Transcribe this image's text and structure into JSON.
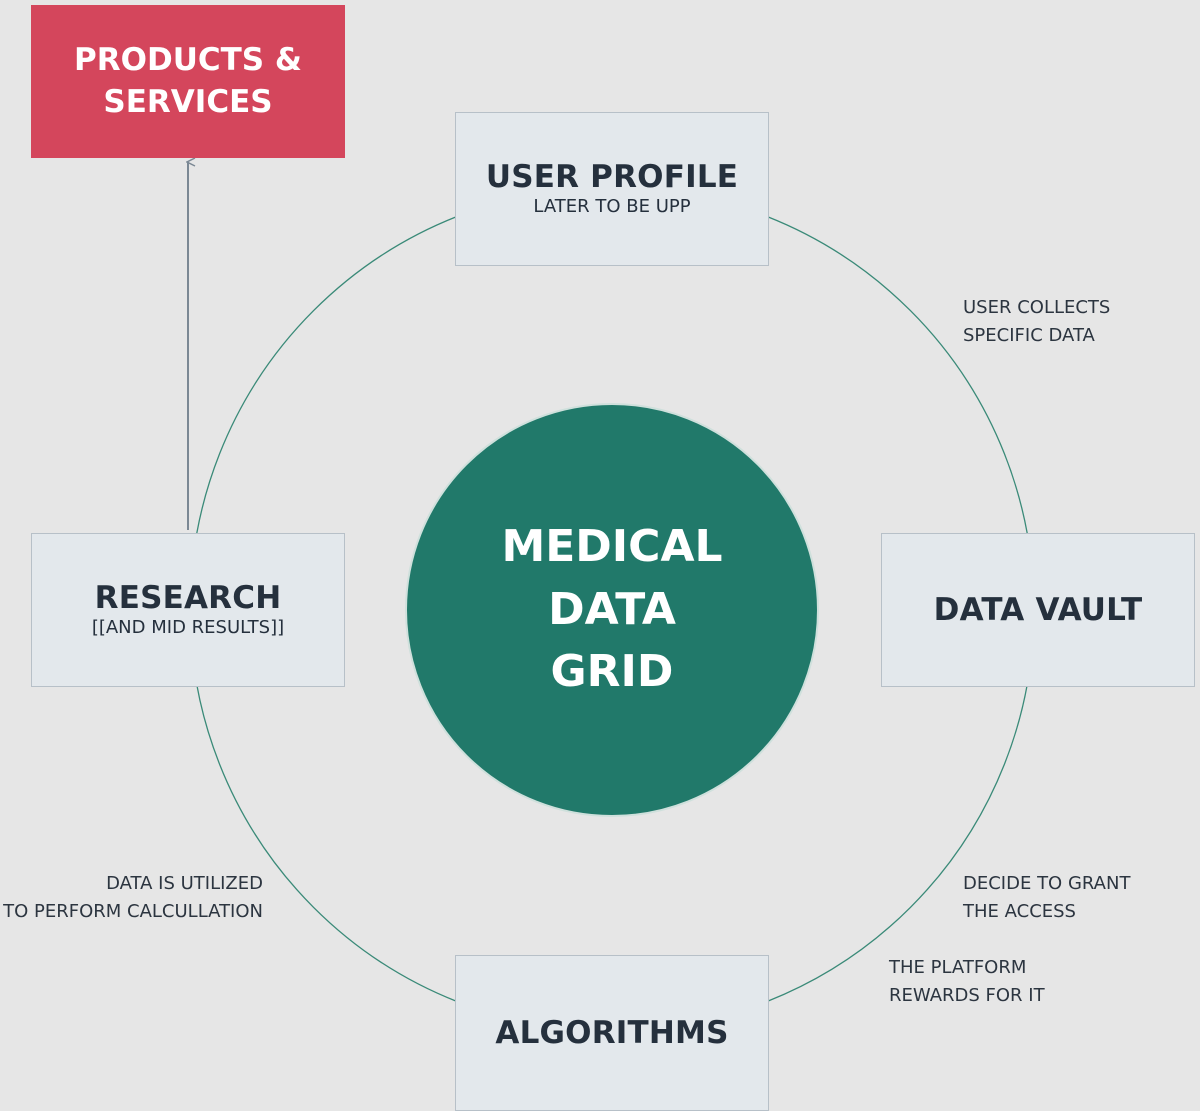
{
  "diagram": {
    "center": {
      "label": "MEDICAL\nDATA\nGRID"
    },
    "products": {
      "label": "PRODUCTS &\nSERVICES"
    },
    "nodes": {
      "user_profile": {
        "title": "USER PROFILE",
        "subtitle": "LATER TO BE UPP"
      },
      "data_vault": {
        "title": "DATA VAULT"
      },
      "algorithms": {
        "title": "ALGORITHMS"
      },
      "research": {
        "title": "RESEARCH",
        "subtitle": "[[AND MID RESULTS]]"
      }
    },
    "notes": {
      "user_collects": "USER COLLECTS\nSPECIFIC DATA",
      "decide_grant": "DECIDE TO GRANT\nTHE ACCESS",
      "platform_rewards": "THE PLATFORM\nREWARDS FOR IT",
      "data_utilized": "DATA IS UTILIZED\nTO PERFORM CALCULLATION"
    },
    "colors": {
      "background": "#e6e6e6",
      "center_fill": "#21796a",
      "products_fill": "#d4465c",
      "node_fill": "#e3e8ec",
      "cycle_line": "#3a8a78",
      "arrow": "#7b8894",
      "text_dark": "#25303d"
    }
  }
}
